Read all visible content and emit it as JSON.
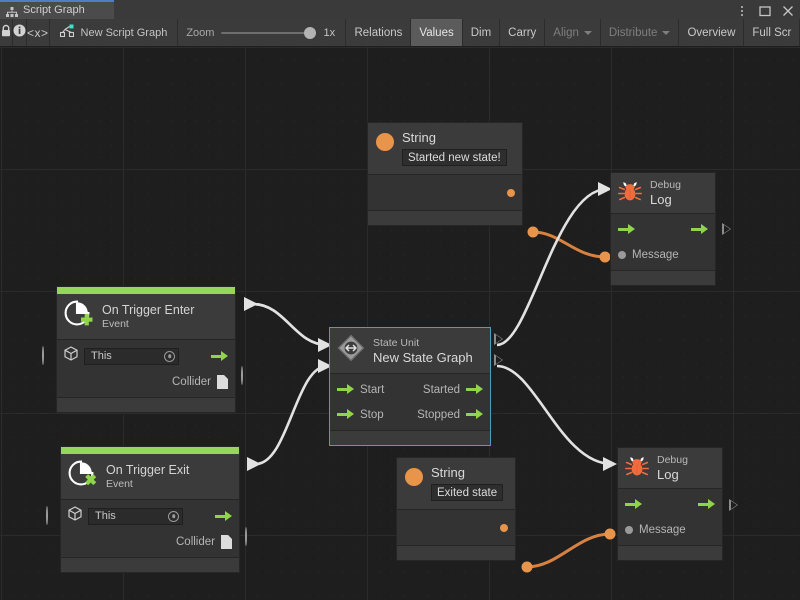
{
  "window": {
    "tab_title": "Script Graph",
    "tab_icon": "graph-icon",
    "controls": {
      "menu": "⋮",
      "maximize": "maximize-icon",
      "close": "close-icon"
    }
  },
  "toolbar": {
    "lock_icon": "lock-icon",
    "info_icon": "info-icon",
    "code_icon": "<x>",
    "graph_icon": "script-graph-icon",
    "graph_name": "New Script Graph",
    "zoom_label": "Zoom",
    "zoom_value": "1x",
    "buttons": [
      {
        "label": "Relations",
        "state": "normal",
        "caret": false
      },
      {
        "label": "Values",
        "state": "active",
        "caret": false
      },
      {
        "label": "Dim",
        "state": "normal",
        "caret": false
      },
      {
        "label": "Carry",
        "state": "normal",
        "caret": false
      },
      {
        "label": "Align",
        "state": "dim",
        "caret": true
      },
      {
        "label": "Distribute",
        "state": "dim",
        "caret": true
      },
      {
        "label": "Overview",
        "state": "normal",
        "caret": false
      },
      {
        "label": "Full Scr",
        "state": "normal",
        "caret": false
      }
    ]
  },
  "graph": {
    "nodes": {
      "string_top": {
        "icon": "string-value-icon",
        "title": "String",
        "value": "Started new state!"
      },
      "debug_log_top": {
        "icon": "bug-icon",
        "title_line1": "Debug",
        "title_line2": "Log",
        "message_label": "Message"
      },
      "on_trigger_enter": {
        "icon": "event-enter-icon",
        "title": "On Trigger Enter",
        "subtitle": "Event",
        "target_icon": "cube-icon",
        "target_value": "This",
        "output_label": "Collider"
      },
      "state_unit": {
        "icon": "state-unit-icon",
        "title": "State Unit",
        "subtitle": "New  State  Graph",
        "in_start": "Start",
        "in_stop": "Stop",
        "out_started": "Started",
        "out_stopped": "Stopped",
        "selected": true
      },
      "on_trigger_exit": {
        "icon": "event-exit-icon",
        "title": "On Trigger Exit",
        "subtitle": "Event",
        "target_icon": "cube-icon",
        "target_value": "This",
        "output_label": "Collider"
      },
      "string_bottom": {
        "icon": "string-value-icon",
        "title": "String",
        "value": "Exited state"
      },
      "debug_log_bottom": {
        "icon": "bug-icon",
        "title_line1": "Debug",
        "title_line2": "Log",
        "message_label": "Message"
      }
    },
    "colors": {
      "flow_wire": "#e0e0e0",
      "data_wire": "#d98140",
      "event_accent": "#98d65a",
      "port_green": "#8fd44a",
      "selection": "#4a9ec4",
      "canvas_bg": "#1e1e1e"
    }
  }
}
